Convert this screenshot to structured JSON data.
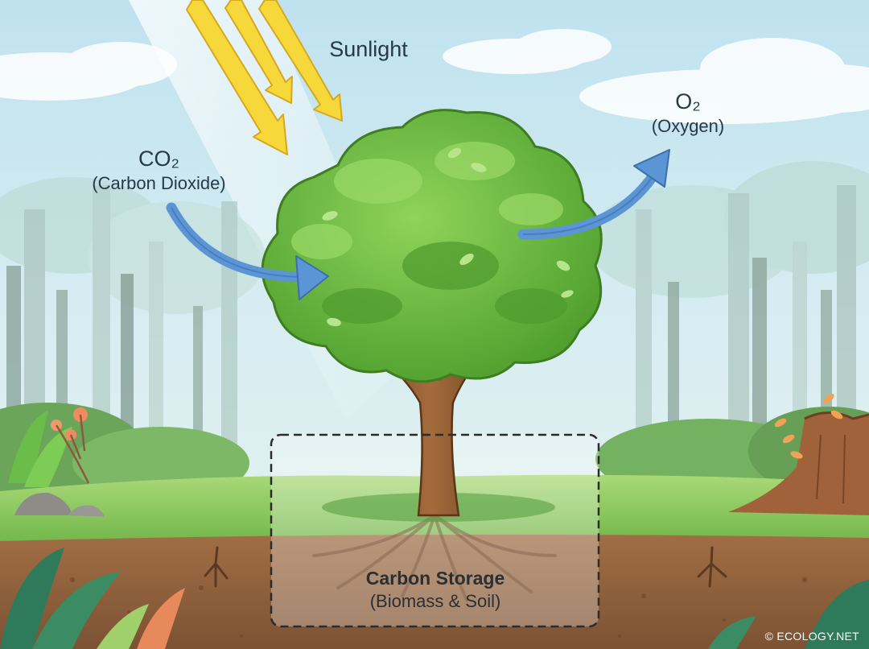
{
  "labels": {
    "sunlight": "Sunlight",
    "co2_formula": "CO₂",
    "co2_name": "(Carbon Dioxide)",
    "o2_formula": "O₂",
    "o2_name": "(Oxygen)",
    "storage_title": "Carbon Storage",
    "storage_subtitle": "(Biomass & Soil)"
  },
  "credit": "© ECOLOGY.NET",
  "colors": {
    "sky": "#cfe7f1",
    "sunlight_arrow": "#f7d83a",
    "gas_arrow": "#5b95d6",
    "foliage": "#6cc041",
    "trunk": "#9b6738",
    "grass": "#7fc45a",
    "soil": "#a9744c",
    "text": "#27384a"
  }
}
